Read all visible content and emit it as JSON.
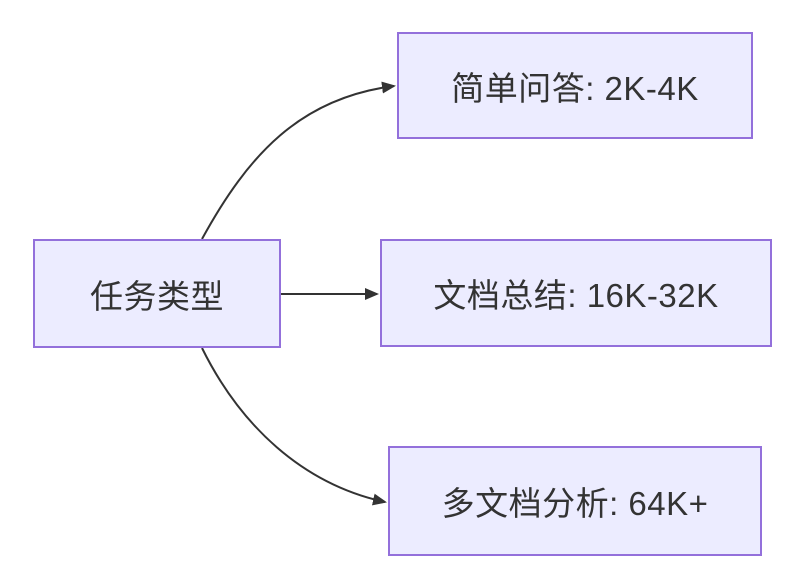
{
  "diagram": {
    "type": "flowchart",
    "direction": "left-to-right",
    "root": {
      "label": "任务类型"
    },
    "children": [
      {
        "label": "简单问答: 2K-4K"
      },
      {
        "label": "文档总结: 16K-32K"
      },
      {
        "label": "多文档分析: 64K+"
      }
    ],
    "edges": [
      {
        "from": "任务类型",
        "to": "简单问答: 2K-4K"
      },
      {
        "from": "任务类型",
        "to": "文档总结: 16K-32K"
      },
      {
        "from": "任务类型",
        "to": "多文档分析: 64K+"
      }
    ],
    "colors": {
      "node_fill": "#ECECFF",
      "node_border": "#9370DB",
      "edge": "#333333",
      "text": "#333333",
      "background": "#FFFFFF"
    }
  }
}
